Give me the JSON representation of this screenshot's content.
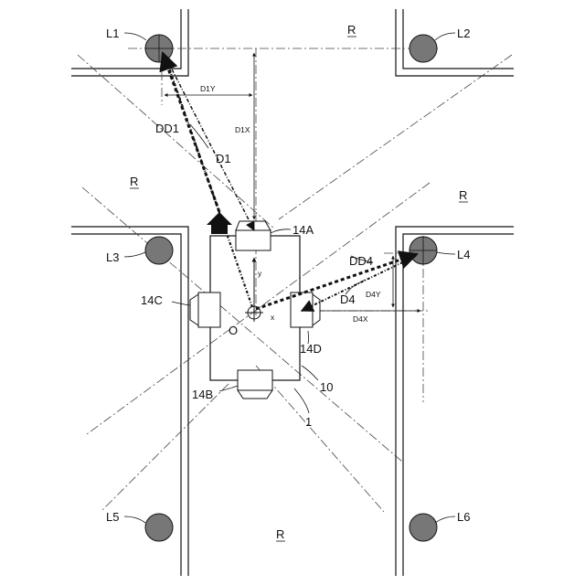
{
  "labels": {
    "L1": "L1",
    "L2": "L2",
    "L3": "L3",
    "L4": "L4",
    "L5": "L5",
    "L6": "L6",
    "R": "R",
    "D1Y": "D1Y",
    "D1X": "D1X",
    "DD1": "DD1",
    "D1": "D1",
    "A14": "14A",
    "B14": "14B",
    "C14": "14C",
    "D14": "14D",
    "DD4": "DD4",
    "D4": "D4",
    "D4Y": "D4Y",
    "D4X": "D4X",
    "y": "y",
    "x": "x",
    "O": "O",
    "n10": "10",
    "n1": "1"
  }
}
